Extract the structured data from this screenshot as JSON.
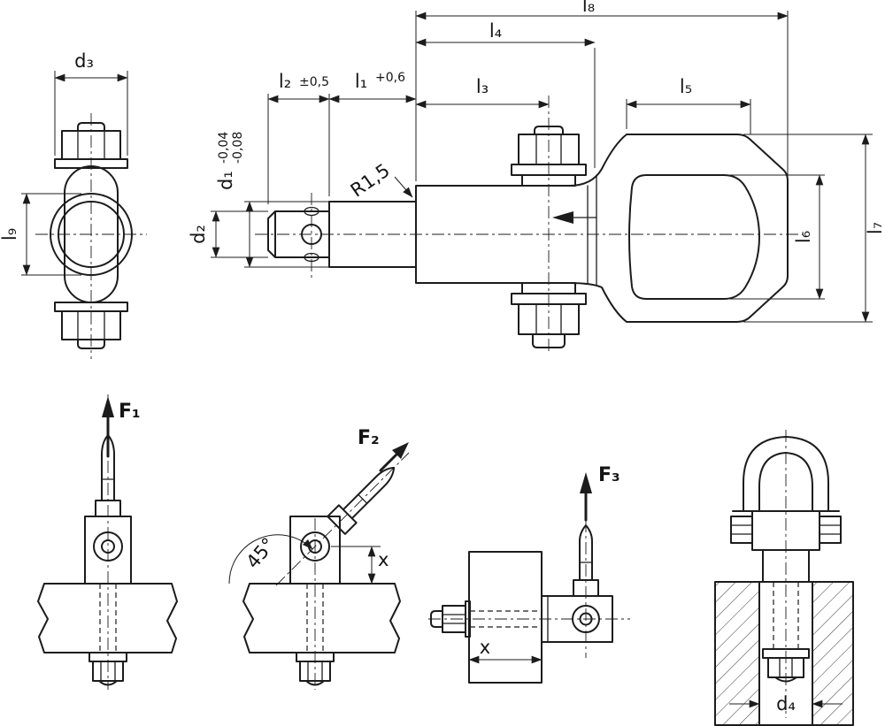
{
  "front_view": {
    "d3": "d₃",
    "l9": "l₉"
  },
  "side_view": {
    "l2": "l₂",
    "l2_tol": "±0,5",
    "l1": "l₁",
    "l1_tol": "+0,6",
    "l3": "l₃",
    "l4": "l₄",
    "l5": "l₅",
    "l6": "l₆",
    "l7": "l₇",
    "l8": "l₈",
    "d1": "d₁",
    "d1_tol_upper": "-0,04",
    "d1_tol_lower": "-0,08",
    "d2": "d₂",
    "fillet_radius": "R1,5"
  },
  "load_examples": {
    "f1": "F₁",
    "f2": "F₂",
    "f3": "F₃",
    "angle": "45°",
    "x_fig2": "x",
    "x_fig3": "x",
    "d4": "d₄"
  },
  "colors": {
    "line": "#1c1c1c",
    "background": "#ffffff"
  }
}
